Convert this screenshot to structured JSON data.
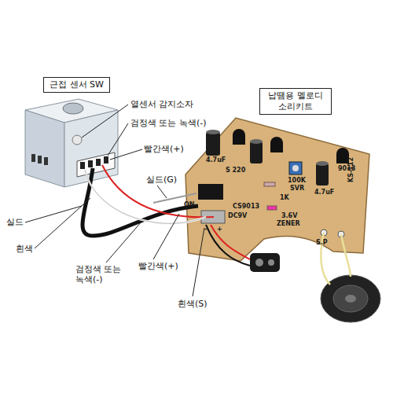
{
  "diagram": {
    "nodes": [
      {
        "text": [
          "근접 센서 SW"
        ]
      },
      {
        "text": [
          "납땜용 멜로디 소리키트"
        ]
      }
    ],
    "labels": [
      "열센서 감지소자",
      "검정색 또는 녹색(-)",
      "빨간색(+)",
      "실드(G)",
      "실드",
      "흰색",
      "검정색 또는 녹색(-)",
      "빨간색(+)",
      "흰색(S)",
      "4.7uF",
      "S 220",
      "100K",
      "SVR",
      "CS9013",
      "1K",
      "3.6V",
      "ZENER",
      "4.7uF",
      "9013",
      "KS-112",
      "ON",
      "DC9V",
      "S.P",
      "-",
      "+"
    ]
  }
}
